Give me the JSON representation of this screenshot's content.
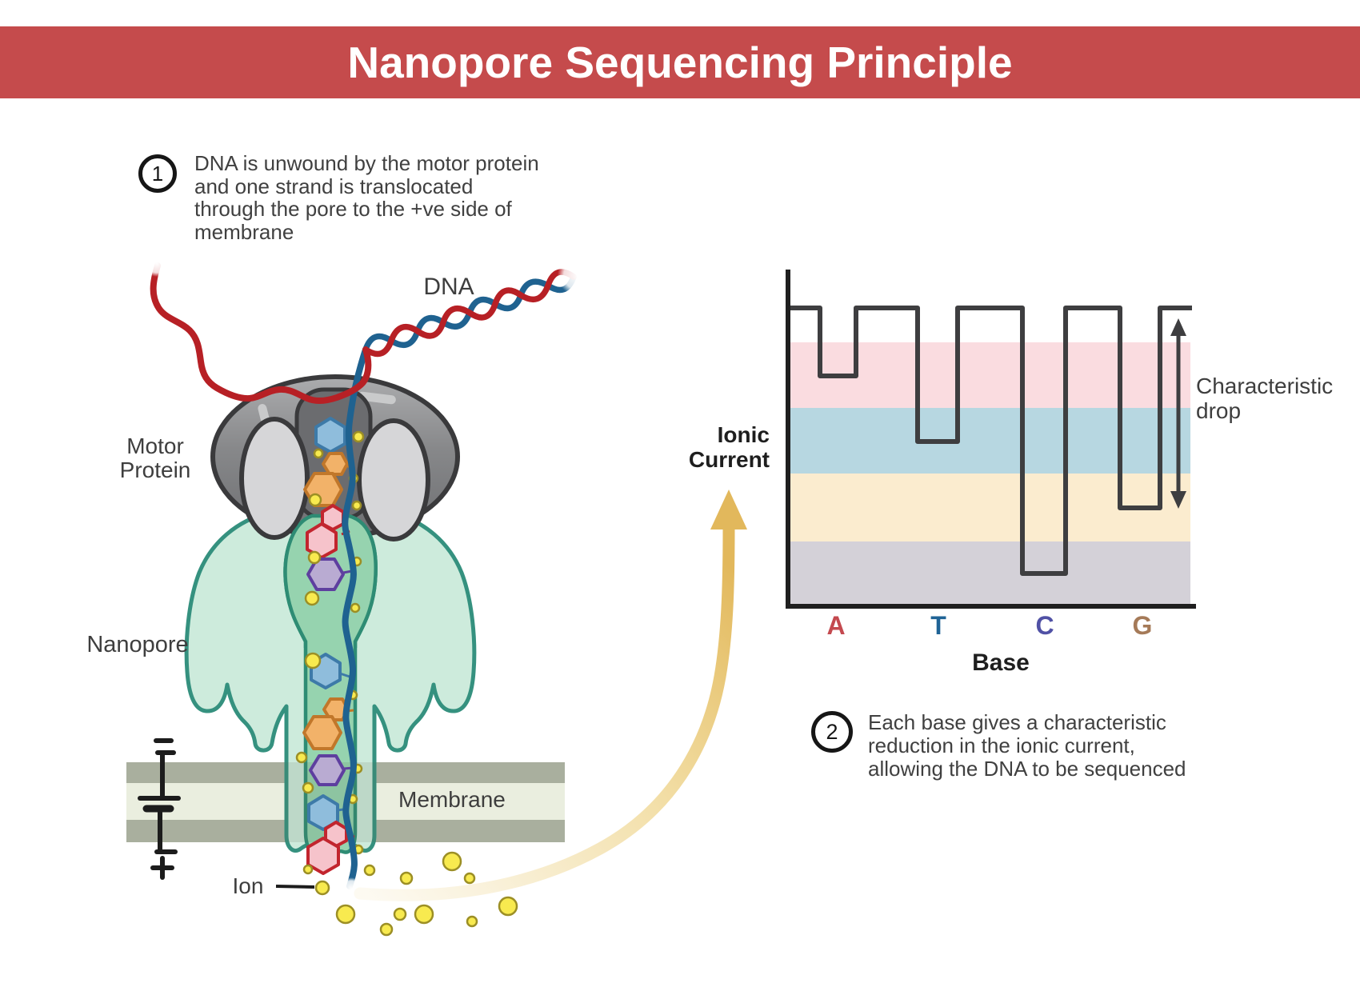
{
  "title": "Nanopore Sequencing Principle",
  "banner": {
    "background": "#C54B4C",
    "text_color": "#FFFFFF"
  },
  "steps": {
    "step1": {
      "number": "1",
      "lines": [
        "DNA is unwound by the motor protein",
        "and one strand is translocated",
        "through the pore to the +ve side of",
        "membrane"
      ]
    },
    "step2": {
      "number": "2",
      "lines": [
        "Each base gives a characteristic",
        "reduction in the ionic current,",
        "allowing the DNA to be sequenced"
      ]
    }
  },
  "labels": {
    "dna": "DNA",
    "motor_line1": "Motor",
    "motor_line2": "Protein",
    "nanopore": "Nanopore",
    "membrane": "Membrane",
    "ion": "Ion",
    "ionic_line1": "Ionic",
    "ionic_line2": "Current",
    "char_line1": "Characteristic",
    "char_line2": "drop",
    "base_axis": "Base"
  },
  "chart_data": {
    "type": "line",
    "subtype": "step-drops",
    "title": "",
    "ylabel": "Ionic Current",
    "xlabel": "Base",
    "categories": [
      "A",
      "T",
      "C",
      "G"
    ],
    "category_colors": [
      "#C4494F",
      "#1F6396",
      "#5051A5",
      "#A57A58"
    ],
    "baseline_level": 100,
    "series": [
      {
        "name": "ionic-current-level-during-base-translocation",
        "values": [
          77,
          55,
          11,
          33
        ]
      }
    ],
    "ylim": [
      0,
      100
    ],
    "grid": false,
    "legend": false,
    "annotation": "Characteristic drop",
    "band_colors_top_to_bottom": [
      "#FFFFFF",
      "#FADCE0",
      "#B7D7E1",
      "#FBECCF",
      "#D4D1D8"
    ],
    "notes": "Each base causes a characteristic drop from the open-pore baseline: A into the pink band, T into the blue band, C deepest into the gray band, G into the cream band."
  },
  "illustration": {
    "membrane_colors": {
      "dark": "#A9AF9E",
      "light": "#EAEEDF"
    },
    "pore_colors": {
      "body": "#CDEBDC",
      "outline": "#35917F",
      "channel": "#96D3AF"
    },
    "motor_colors": {
      "body": "#84858A",
      "outline": "#3A3A3C",
      "ovals": "#D6D6D8"
    },
    "dna_colors": {
      "red": "#B72025",
      "blue": "#1F6290"
    },
    "ion_color": "#F8EA4F",
    "base_hexagon_colors": {
      "blue": "#8FBDDC",
      "orange": "#F2B269",
      "pink": "#F6C3CB",
      "purple": "#B9ABD2"
    },
    "arrow_color": "#E2B85C"
  }
}
